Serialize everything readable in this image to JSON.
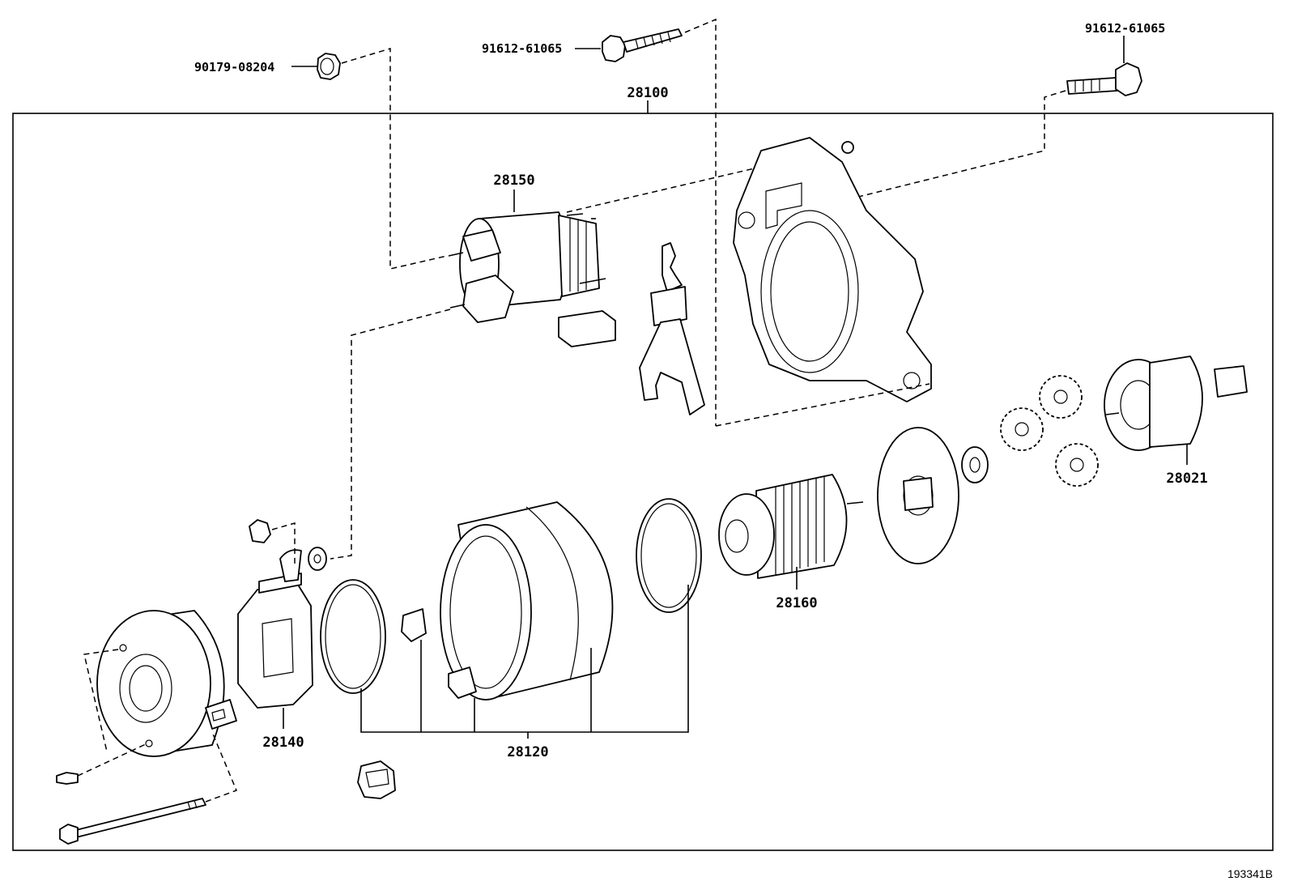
{
  "diagram": {
    "assembly_label": "28100",
    "reference_code": "193341B",
    "callouts": {
      "bolt_small_top": "90179-08204",
      "bolt_top_center": "91612-61065",
      "bolt_top_right": "91612-61065",
      "solenoid": "28150",
      "planetary_gear_carrier": "28021",
      "armature": "28160",
      "brush_holder": "28140",
      "yoke_assembly": "28120"
    }
  }
}
